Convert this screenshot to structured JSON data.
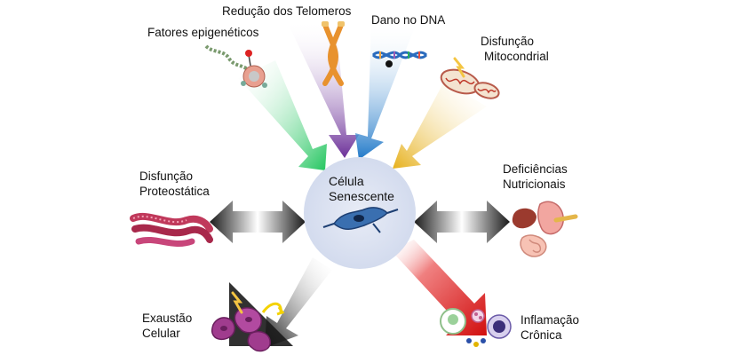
{
  "center": {
    "line1": "Célula",
    "line2": "Senescente",
    "colors": {
      "fill": "#dde3f2",
      "cell": "#3a6fb0"
    }
  },
  "factors": {
    "epigenetic": {
      "label": "Fatores epigenéticos",
      "color": "#22c55e",
      "icon": "dna-methylation-icon"
    },
    "telomere": {
      "label": "Redução dos Telomeros",
      "color": "#7b3fa6",
      "icon": "chromosome-icon"
    },
    "dna_damage": {
      "label": "Dano no DNA",
      "color": "#1f7fd1",
      "icon": "dna-helix-icon"
    },
    "mitochondrial": {
      "line1": "Disfunção",
      "line2": "Mitocondrial",
      "color": "#e3b11c",
      "icon": "mitochondria-icon"
    },
    "proteostatic": {
      "line1": "Disfunção",
      "line2": "Proteostática",
      "color": "#333333",
      "icon": "protein-aggregate-icon"
    },
    "nutritional": {
      "line1": "Deficiências",
      "line2": "Nutricionais",
      "color": "#333333",
      "icon": "digestive-organs-icon"
    },
    "exhaustion": {
      "line1": "Exaustão",
      "line2": "Celular",
      "color": "#222222",
      "icon": "dividing-cells-icon"
    },
    "inflammation": {
      "line1": "Inflamação",
      "line2": "Crônica",
      "color": "#d11b1b",
      "icon": "immune-cells-icon"
    }
  }
}
